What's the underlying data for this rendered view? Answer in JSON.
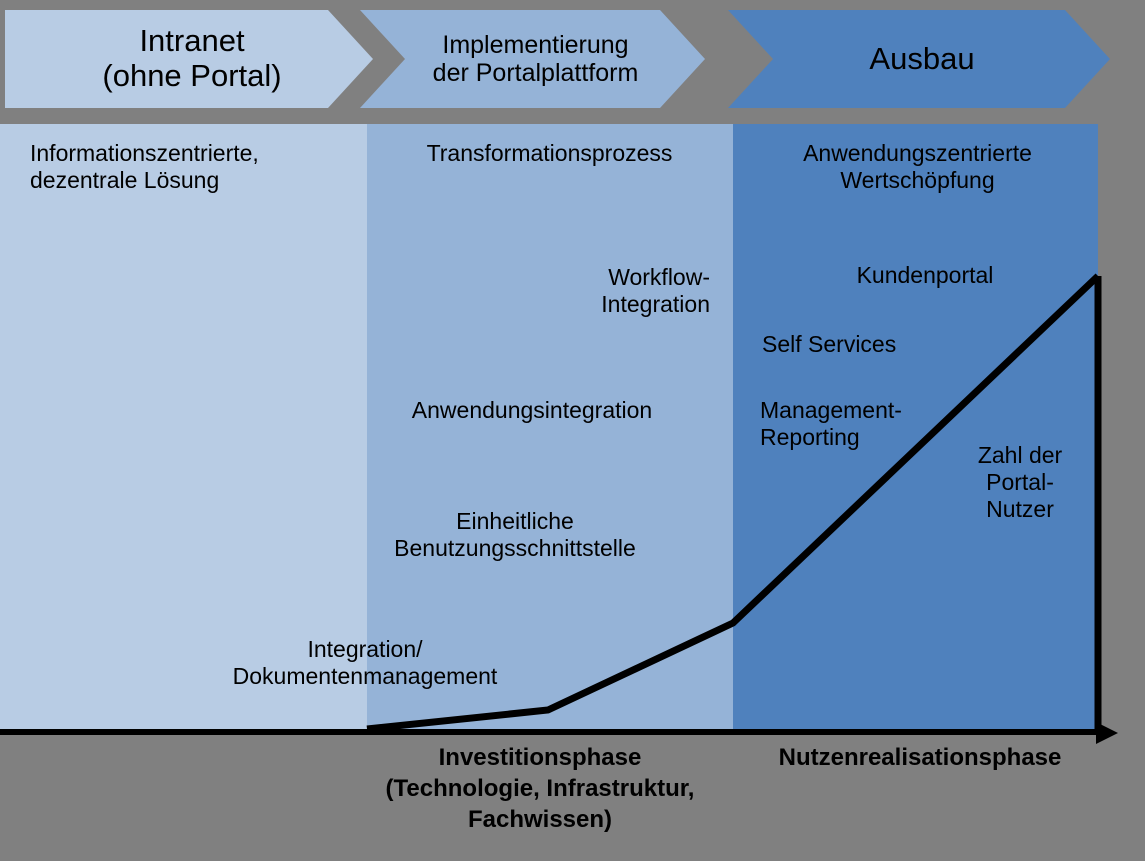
{
  "header": {
    "stages": [
      {
        "label": "Intranet\n(ohne Portal)",
        "color": "#b8cce4"
      },
      {
        "label": "Implementierung\nder Portalplattform",
        "color": "#95b3d7"
      },
      {
        "label": "Ausbau",
        "color": "#4f81bd"
      }
    ]
  },
  "columns": [
    {
      "name": "intranet",
      "color": "#b8cce4",
      "items": [
        {
          "text": "Informationszentrierte,\ndezentrale Lösung"
        }
      ]
    },
    {
      "name": "implementierung",
      "color": "#95b3d7",
      "items": [
        {
          "text": "Transformationsprozess"
        },
        {
          "text": "Workflow-\nIntegration"
        },
        {
          "text": "Anwendungsintegration"
        },
        {
          "text": "Einheitliche\nBenutzungsschnittstelle"
        },
        {
          "text": "Integration/\nDokumentenmanagement"
        }
      ]
    },
    {
      "name": "ausbau",
      "color": "#4f81bd",
      "items": [
        {
          "text": "Anwendungszentrierte\nWertschöpfung"
        },
        {
          "text": "Kundenportal"
        },
        {
          "text": "Self Services"
        },
        {
          "text": "Management-\nReporting"
        }
      ]
    }
  ],
  "curve_label": {
    "text": "Zahl der\nPortal-\nNutzer"
  },
  "phases": [
    {
      "text": "Investitionsphase\n(Technologie, Infrastruktur,\nFachwissen)"
    },
    {
      "text": "Nutzenrealisationsphase"
    }
  ],
  "chart_data": {
    "type": "line",
    "title": "Zahl der Portal-Nutzer",
    "xlabel": "",
    "ylabel": "Zahl der Portal-Nutzer",
    "grid": false,
    "legend": "none",
    "series": [
      {
        "name": "Zahl der Portal-Nutzer",
        "points": [
          {
            "x": 367,
            "y": 728
          },
          {
            "x": 548,
            "y": 710
          },
          {
            "x": 733,
            "y": 623
          },
          {
            "x": 1098,
            "y": 275
          }
        ]
      }
    ],
    "phase_boundaries": [
      367,
      733,
      1098
    ],
    "phase_names": [
      "Intranet (ohne Portal)",
      "Implementierung der Portalplattform",
      "Ausbau"
    ]
  },
  "palette": {
    "background": "#808080",
    "stage1": "#b8cce4",
    "stage2": "#95b3d7",
    "stage3": "#4f81bd",
    "line": "#000000"
  }
}
